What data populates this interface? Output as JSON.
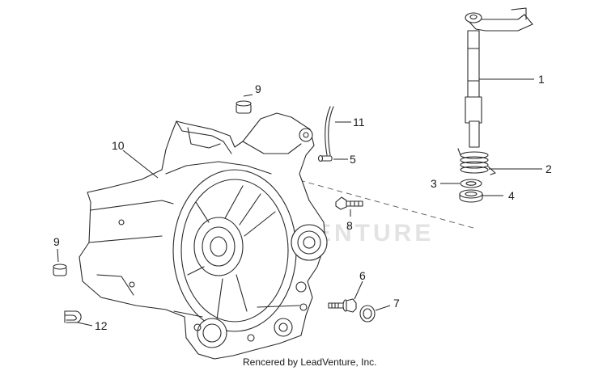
{
  "watermark": "VENTURE",
  "footer": {
    "credit": "Rencered by LeadVenture, Inc."
  },
  "callouts": [
    {
      "id": "1",
      "label": "1"
    },
    {
      "id": "2",
      "label": "2"
    },
    {
      "id": "3",
      "label": "3"
    },
    {
      "id": "4",
      "label": "4"
    },
    {
      "id": "5",
      "label": "5"
    },
    {
      "id": "6",
      "label": "6"
    },
    {
      "id": "7",
      "label": "7"
    },
    {
      "id": "8",
      "label": "8"
    },
    {
      "id": "9a",
      "label": "9"
    },
    {
      "id": "9b",
      "label": "9"
    },
    {
      "id": "10",
      "label": "10"
    },
    {
      "id": "11",
      "label": "11"
    },
    {
      "id": "12",
      "label": "12"
    }
  ]
}
